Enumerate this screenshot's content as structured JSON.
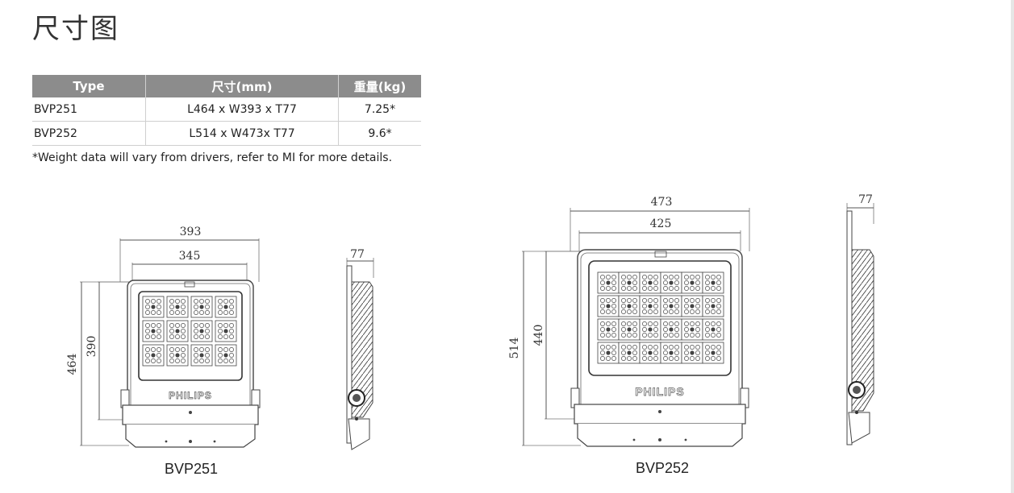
{
  "page_title": "尺寸图",
  "table": {
    "headers": [
      "Type",
      "尺寸(mm)",
      "重量(kg)"
    ],
    "rows": [
      {
        "type": "BVP251",
        "size": "L464 x W393 x T77",
        "weight": "7.25*"
      },
      {
        "type": "BVP252",
        "size": "L514 x W473x T77",
        "weight": "9.6*"
      }
    ]
  },
  "footnote": "*Weight data will vary from drivers, refer to MI for more details.",
  "drawings": {
    "bvp251": {
      "caption": "BVP251",
      "brand": "PHILIPS",
      "dims": {
        "width_outer": "393",
        "width_inner": "345",
        "height_outer": "464",
        "height_inner": "390",
        "thickness": "77"
      }
    },
    "bvp252": {
      "caption": "BVP252",
      "brand": "PHILIPS",
      "dims": {
        "width_outer": "473",
        "width_inner": "425",
        "height_outer": "514",
        "height_inner": "440",
        "thickness": "77"
      }
    }
  }
}
